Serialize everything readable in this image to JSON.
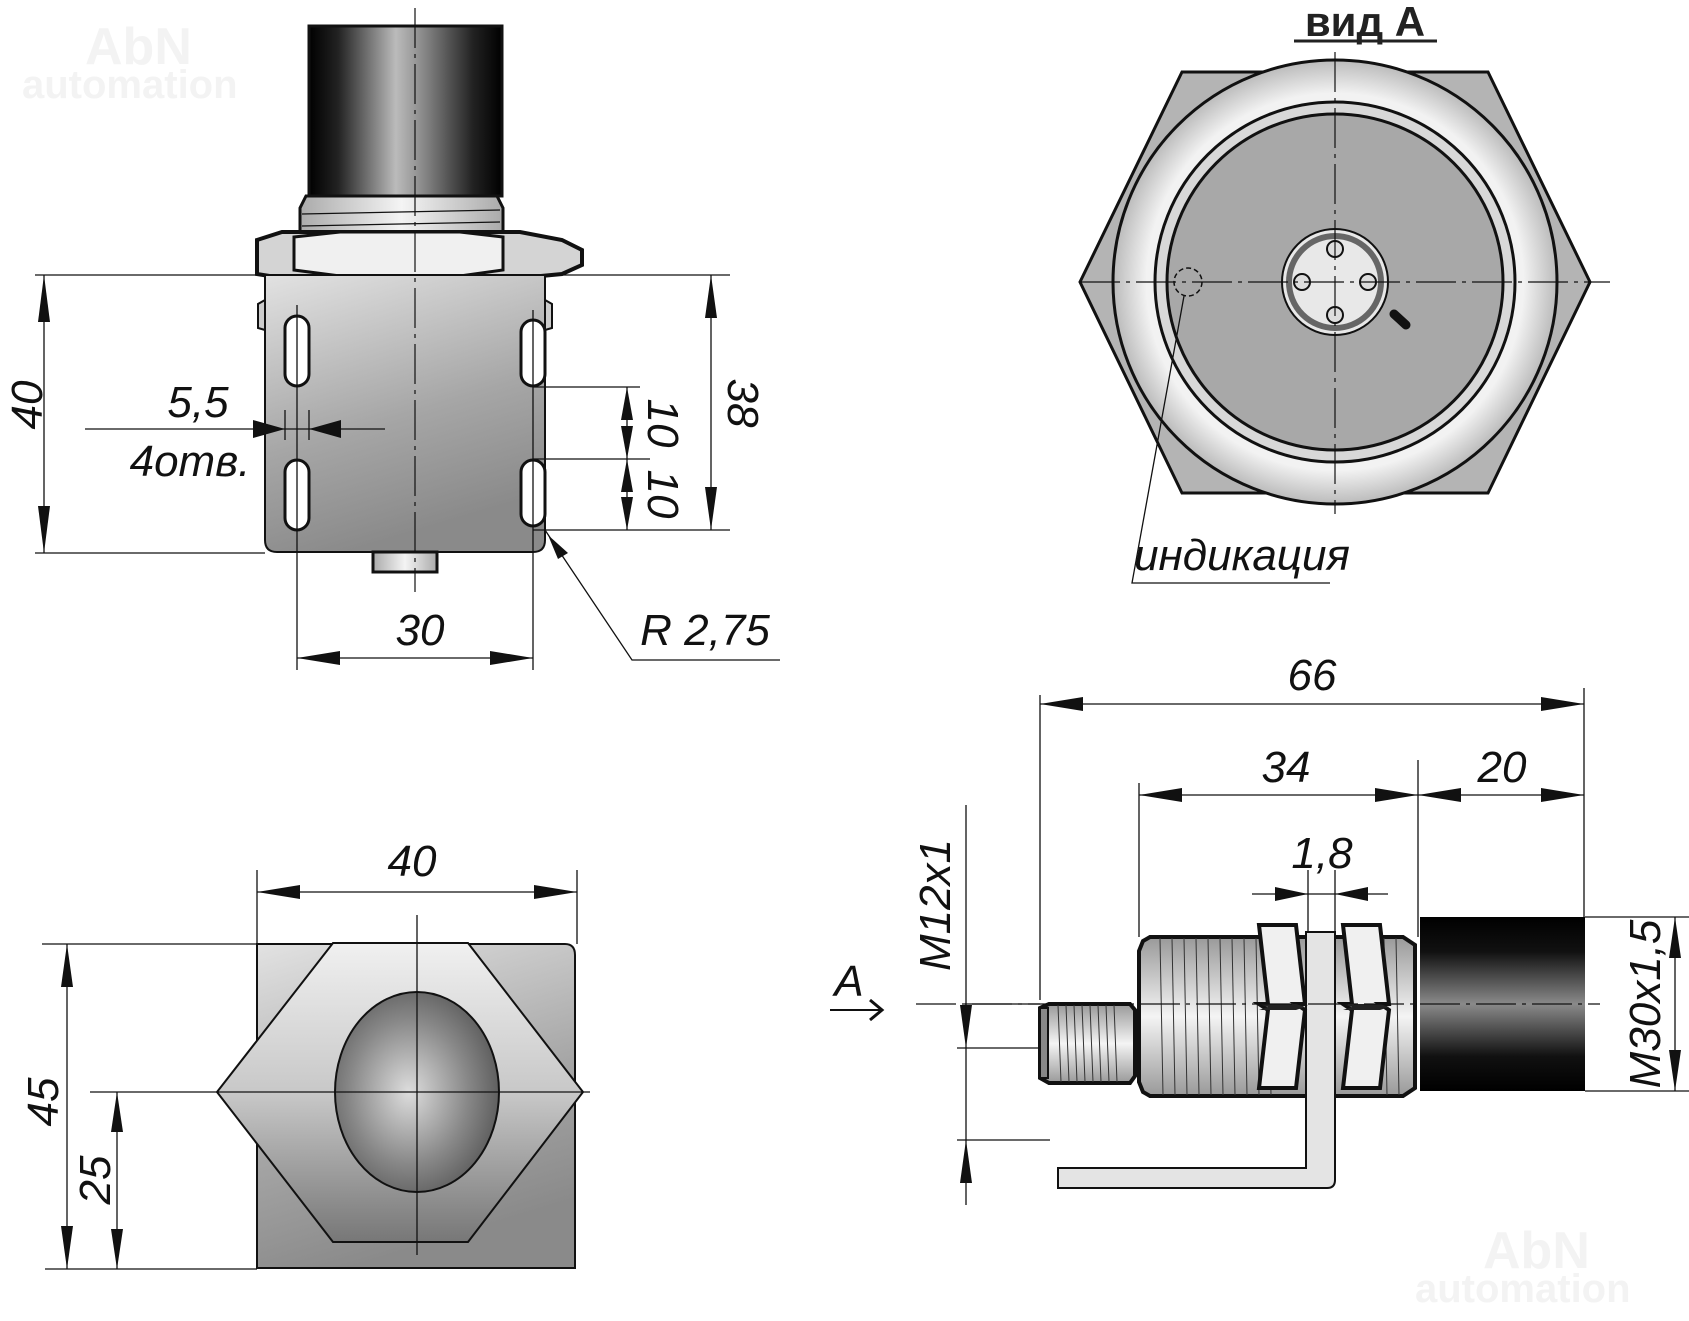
{
  "watermark": {
    "line1": "AbN",
    "line2": "automation"
  },
  "views": {
    "top_left": {
      "name": "bracket-side-view",
      "dims": {
        "height_total": "40",
        "slot_width": "5,5",
        "slot_count": "4отв.",
        "slot_spacing_1": "10",
        "slot_spacing_2": "10",
        "slot_span": "38",
        "hole_pitch": "30",
        "radius": "R 2,75"
      }
    },
    "top_right": {
      "title": "вид А",
      "callout": "индикация",
      "connector_pins": 4
    },
    "bottom_left": {
      "name": "bracket-front-view",
      "dims": {
        "width": "40",
        "height": "45",
        "center_height": "25"
      }
    },
    "bottom_right": {
      "name": "sensor-side-view",
      "view_marker": "A",
      "dims": {
        "total_length": "66",
        "thread_length": "34",
        "sensing_length": "20",
        "bracket_thickness": "1,8",
        "connector_thread": "M12x1",
        "body_thread": "M30x1,5"
      }
    }
  },
  "colors": {
    "line": "#111111",
    "metal_light": "#e8e8e8",
    "metal_mid": "#b0b0b0",
    "face_gray": "#a8a8a8",
    "sensor_dark": "#1a1a1a"
  }
}
